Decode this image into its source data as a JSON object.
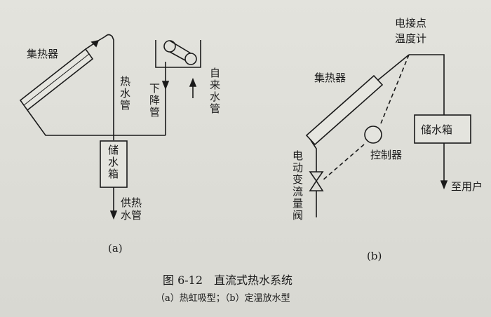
{
  "diagram_a": {
    "collector_label": "集热器",
    "hot_water_pipe": "热水管",
    "down_pipe": "下降管",
    "tap_water_pipe": "自来水管",
    "storage_tank": "储水箱",
    "supply_pipe": "供热水管",
    "panel_label": "(a)"
  },
  "diagram_b": {
    "contact_thermometer_1": "电接点",
    "contact_thermometer_2": "温度计",
    "collector_label": "集热器",
    "controller_label": "控制器",
    "valve_label": "电动变流量阀",
    "storage_tank": "储水箱",
    "to_user": "至用户",
    "panel_label": "(b)"
  },
  "figure": {
    "title": "图 6-12　直流式热水系统",
    "subtitle": "（a）热虹吸型；（b）定温放水型"
  }
}
